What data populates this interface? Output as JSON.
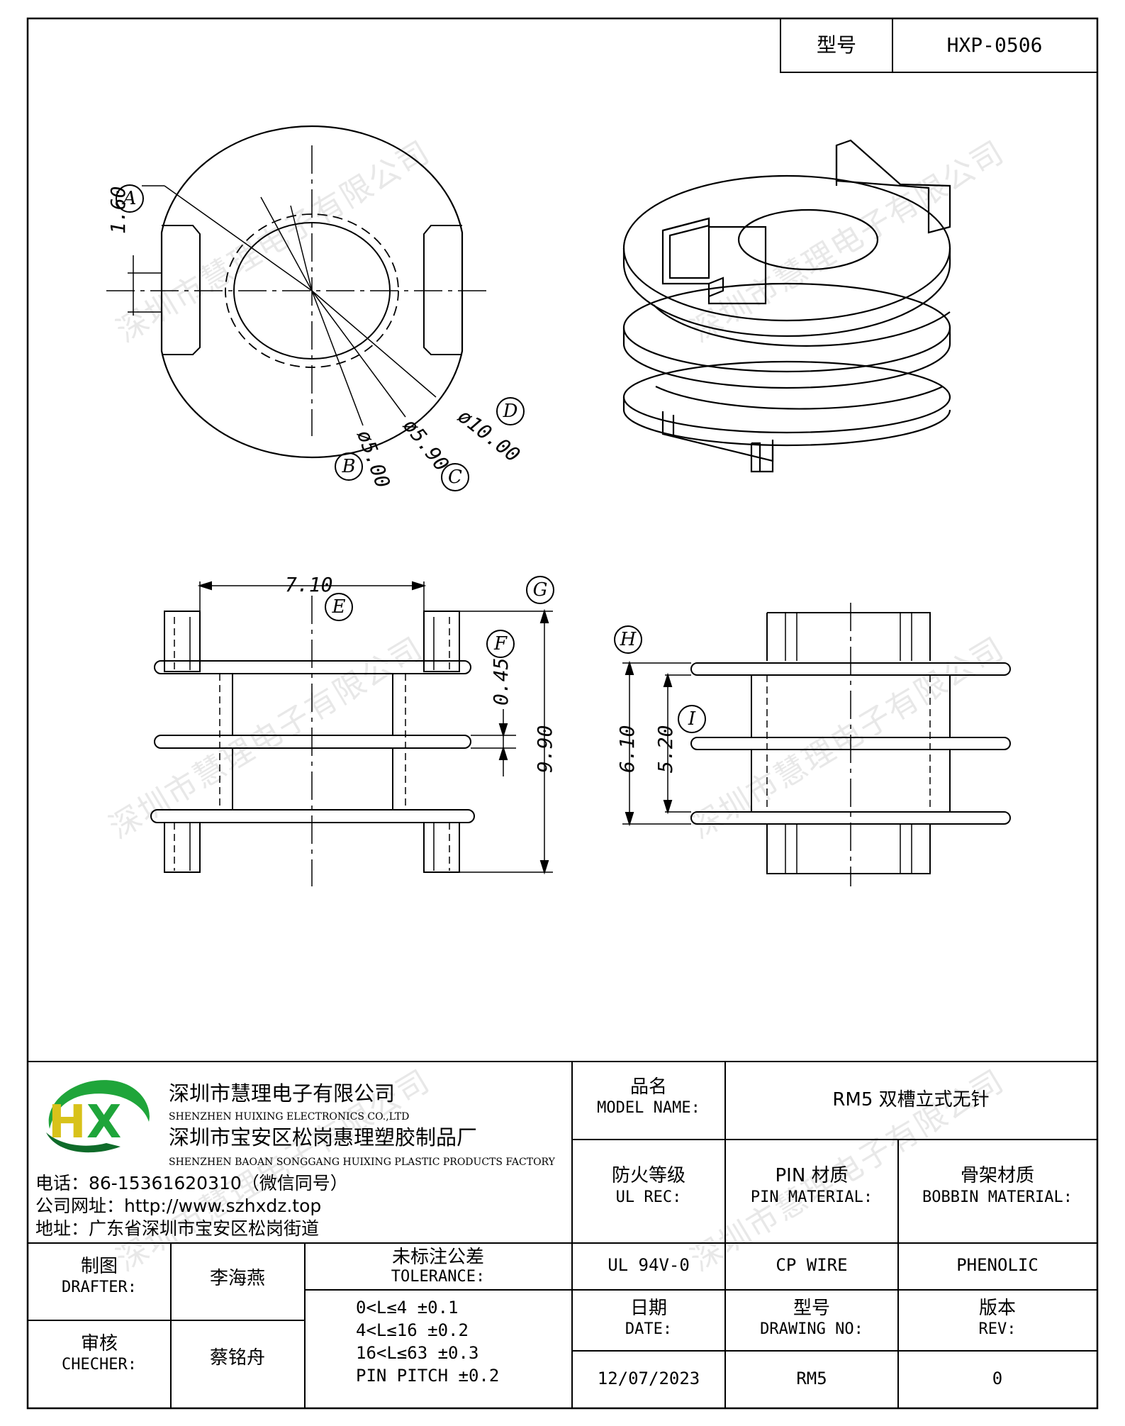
{
  "header": {
    "model_label": "型号",
    "model_value": "HXP-0506"
  },
  "company": {
    "name_cn": "深圳市慧理电子有限公司",
    "name_en": "SHENZHEN HUIXING ELECTRONICS CO.,LTD",
    "factory_cn": "深圳市宝安区松岗惠理塑胶制品厂",
    "factory_en": "SHENZHEN BAOAN SONGGANG HUIXING PLASTIC PRODUCTS FACTORY",
    "phone": "电话：86-15361620310（微信同号）",
    "website": "公司网址：http://www.szhxdz.top",
    "address": "地址：广东省深圳市宝安区松岗街道",
    "logo_letters": "HX",
    "logo_colors": {
      "green": "#1fa53a",
      "yellow": "#d8c21a",
      "dark": "#0f6b2a"
    }
  },
  "watermark": "深圳市慧理电子有限公司",
  "dimensions": {
    "A": "A",
    "B": "B",
    "C": "C",
    "D": "D",
    "E": "E",
    "F": "F",
    "G": "G",
    "H": "H",
    "I": "I",
    "d_160": "1.60",
    "d_500": "ø5.00",
    "d_590": "ø5.90",
    "d_1000": "ø10.00",
    "d_710": "7.10",
    "d_045": "0.45",
    "d_990": "9.90",
    "d_610": "6.10",
    "d_520": "5.20"
  },
  "title_block": {
    "product_name_cn": "品名",
    "product_name_en": "MODEL NAME:",
    "product_name_value": "RM5 双槽立式无针",
    "ul_cn": "防火等级",
    "ul_en": "UL REC:",
    "ul_value": "UL 94V-0",
    "pin_cn": "PIN 材质",
    "pin_en": "PIN MATERIAL:",
    "pin_value": "CP WIRE",
    "bobbin_cn": "骨架材质",
    "bobbin_en": "BOBBIN MATERIAL:",
    "bobbin_value": "PHENOLIC",
    "drafter_cn": "制图",
    "drafter_en": "DRAFTER:",
    "drafter_value": "李海燕",
    "checker_cn": "审核",
    "checker_en": "CHECHER:",
    "checker_value": "蔡铭舟",
    "tolerance_cn": "未标注公差",
    "tolerance_en": "TOLERANCE:",
    "tolerance_lines": [
      "0<L≤4  ±0.1",
      "4<L≤16 ±0.2",
      "16<L≤63 ±0.3",
      "PIN PITCH ±0.2"
    ],
    "date_cn": "日期",
    "date_en": "DATE:",
    "date_value": "12/07/2023",
    "drawing_cn": "型号",
    "drawing_en": "DRAWING NO:",
    "drawing_value": "RM5",
    "rev_cn": "版本",
    "rev_en": "REV:",
    "rev_value": "0"
  }
}
